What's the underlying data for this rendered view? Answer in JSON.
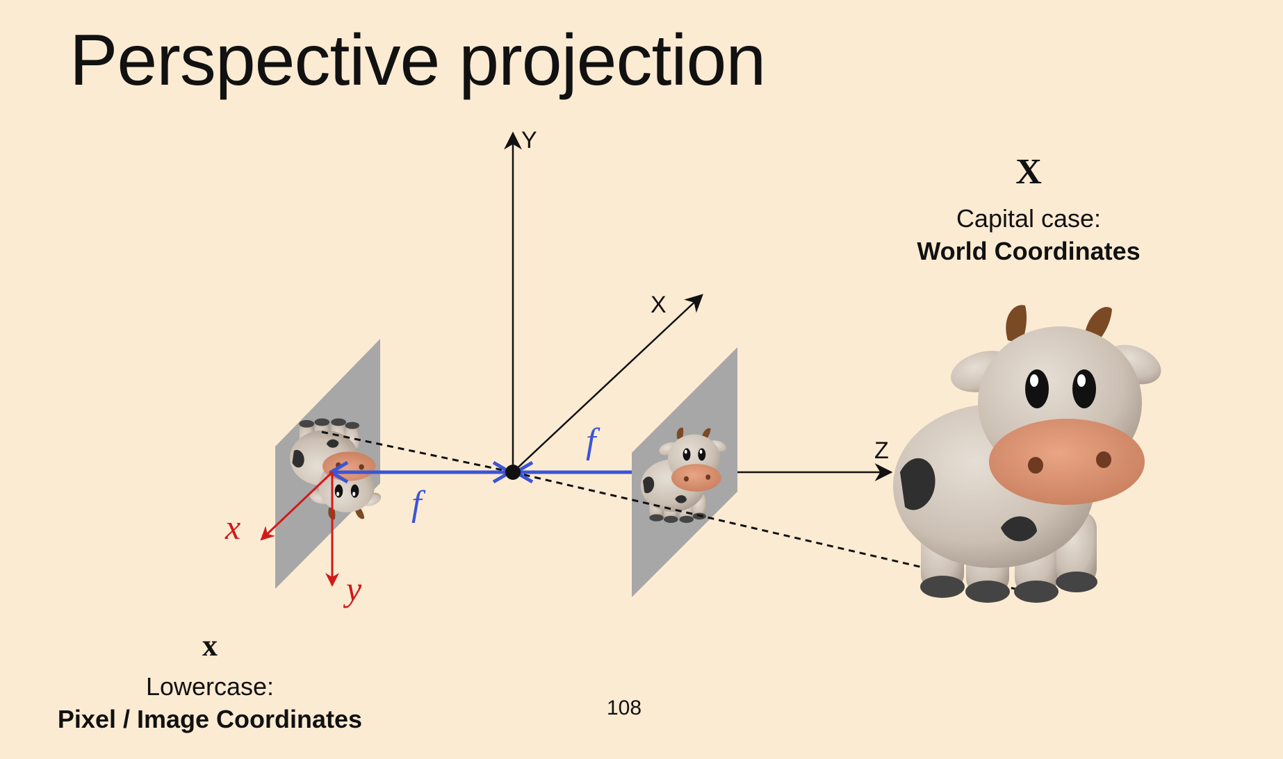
{
  "slide": {
    "title": "Perspective projection",
    "page_number": "108"
  },
  "world_caption": {
    "symbol": "X",
    "line1": "Capital case:",
    "line2": "World Coordinates"
  },
  "pixel_caption": {
    "symbol": "x",
    "line1": "Lowercase:",
    "line2": "Pixel / Image Coordinates"
  },
  "axes": {
    "y_label": "Y",
    "x_label": "X",
    "z_label": "Z"
  },
  "focal": {
    "label_front": "f",
    "label_back": "f"
  },
  "image_axes": {
    "x_label": "x",
    "y_label": "y"
  },
  "colors": {
    "background": "#fcebd3",
    "focal_arrow": "#3b55d6",
    "image_axes": "#d11a1a",
    "plane": "#a7a7a7",
    "axes": "#111111"
  }
}
